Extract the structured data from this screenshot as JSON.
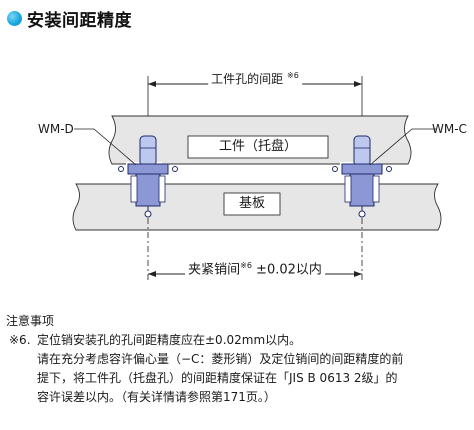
{
  "page": {
    "title": "安装间距精度"
  },
  "diagram": {
    "top_dimension_label": "工件孔的间距",
    "top_dimension_mark": "※6",
    "workpiece_label": "工件（托盘）",
    "base_label": "基板",
    "left_callout": "WM-D",
    "right_callout": "WM-C",
    "bottom_dimension_label": "夹紧销间",
    "bottom_dimension_mark": "※6",
    "bottom_dimension_value": "±0.02以内"
  },
  "notes": {
    "heading": "注意事项",
    "mark": "※6.",
    "lines": [
      "定位销安装孔的孔间距精度应在±0.02mm以内。",
      "请在充分考虑容许偏心量（−C：菱形销）及定位销间的间距精度的前",
      "提下，将工件孔（托盘孔）的间距精度保证在「JIS B 0613 2级」的",
      "容许误差以内。（有关详情请参照第171页。）"
    ]
  },
  "colors": {
    "title_bullet": "#1aa8e0",
    "plate_fill": "#e6e6e6",
    "pin_fill": "#bcc8ee",
    "pin_stroke": "#1f2a6b",
    "clamp_fill": "#8c98d6",
    "line": "#222222"
  }
}
